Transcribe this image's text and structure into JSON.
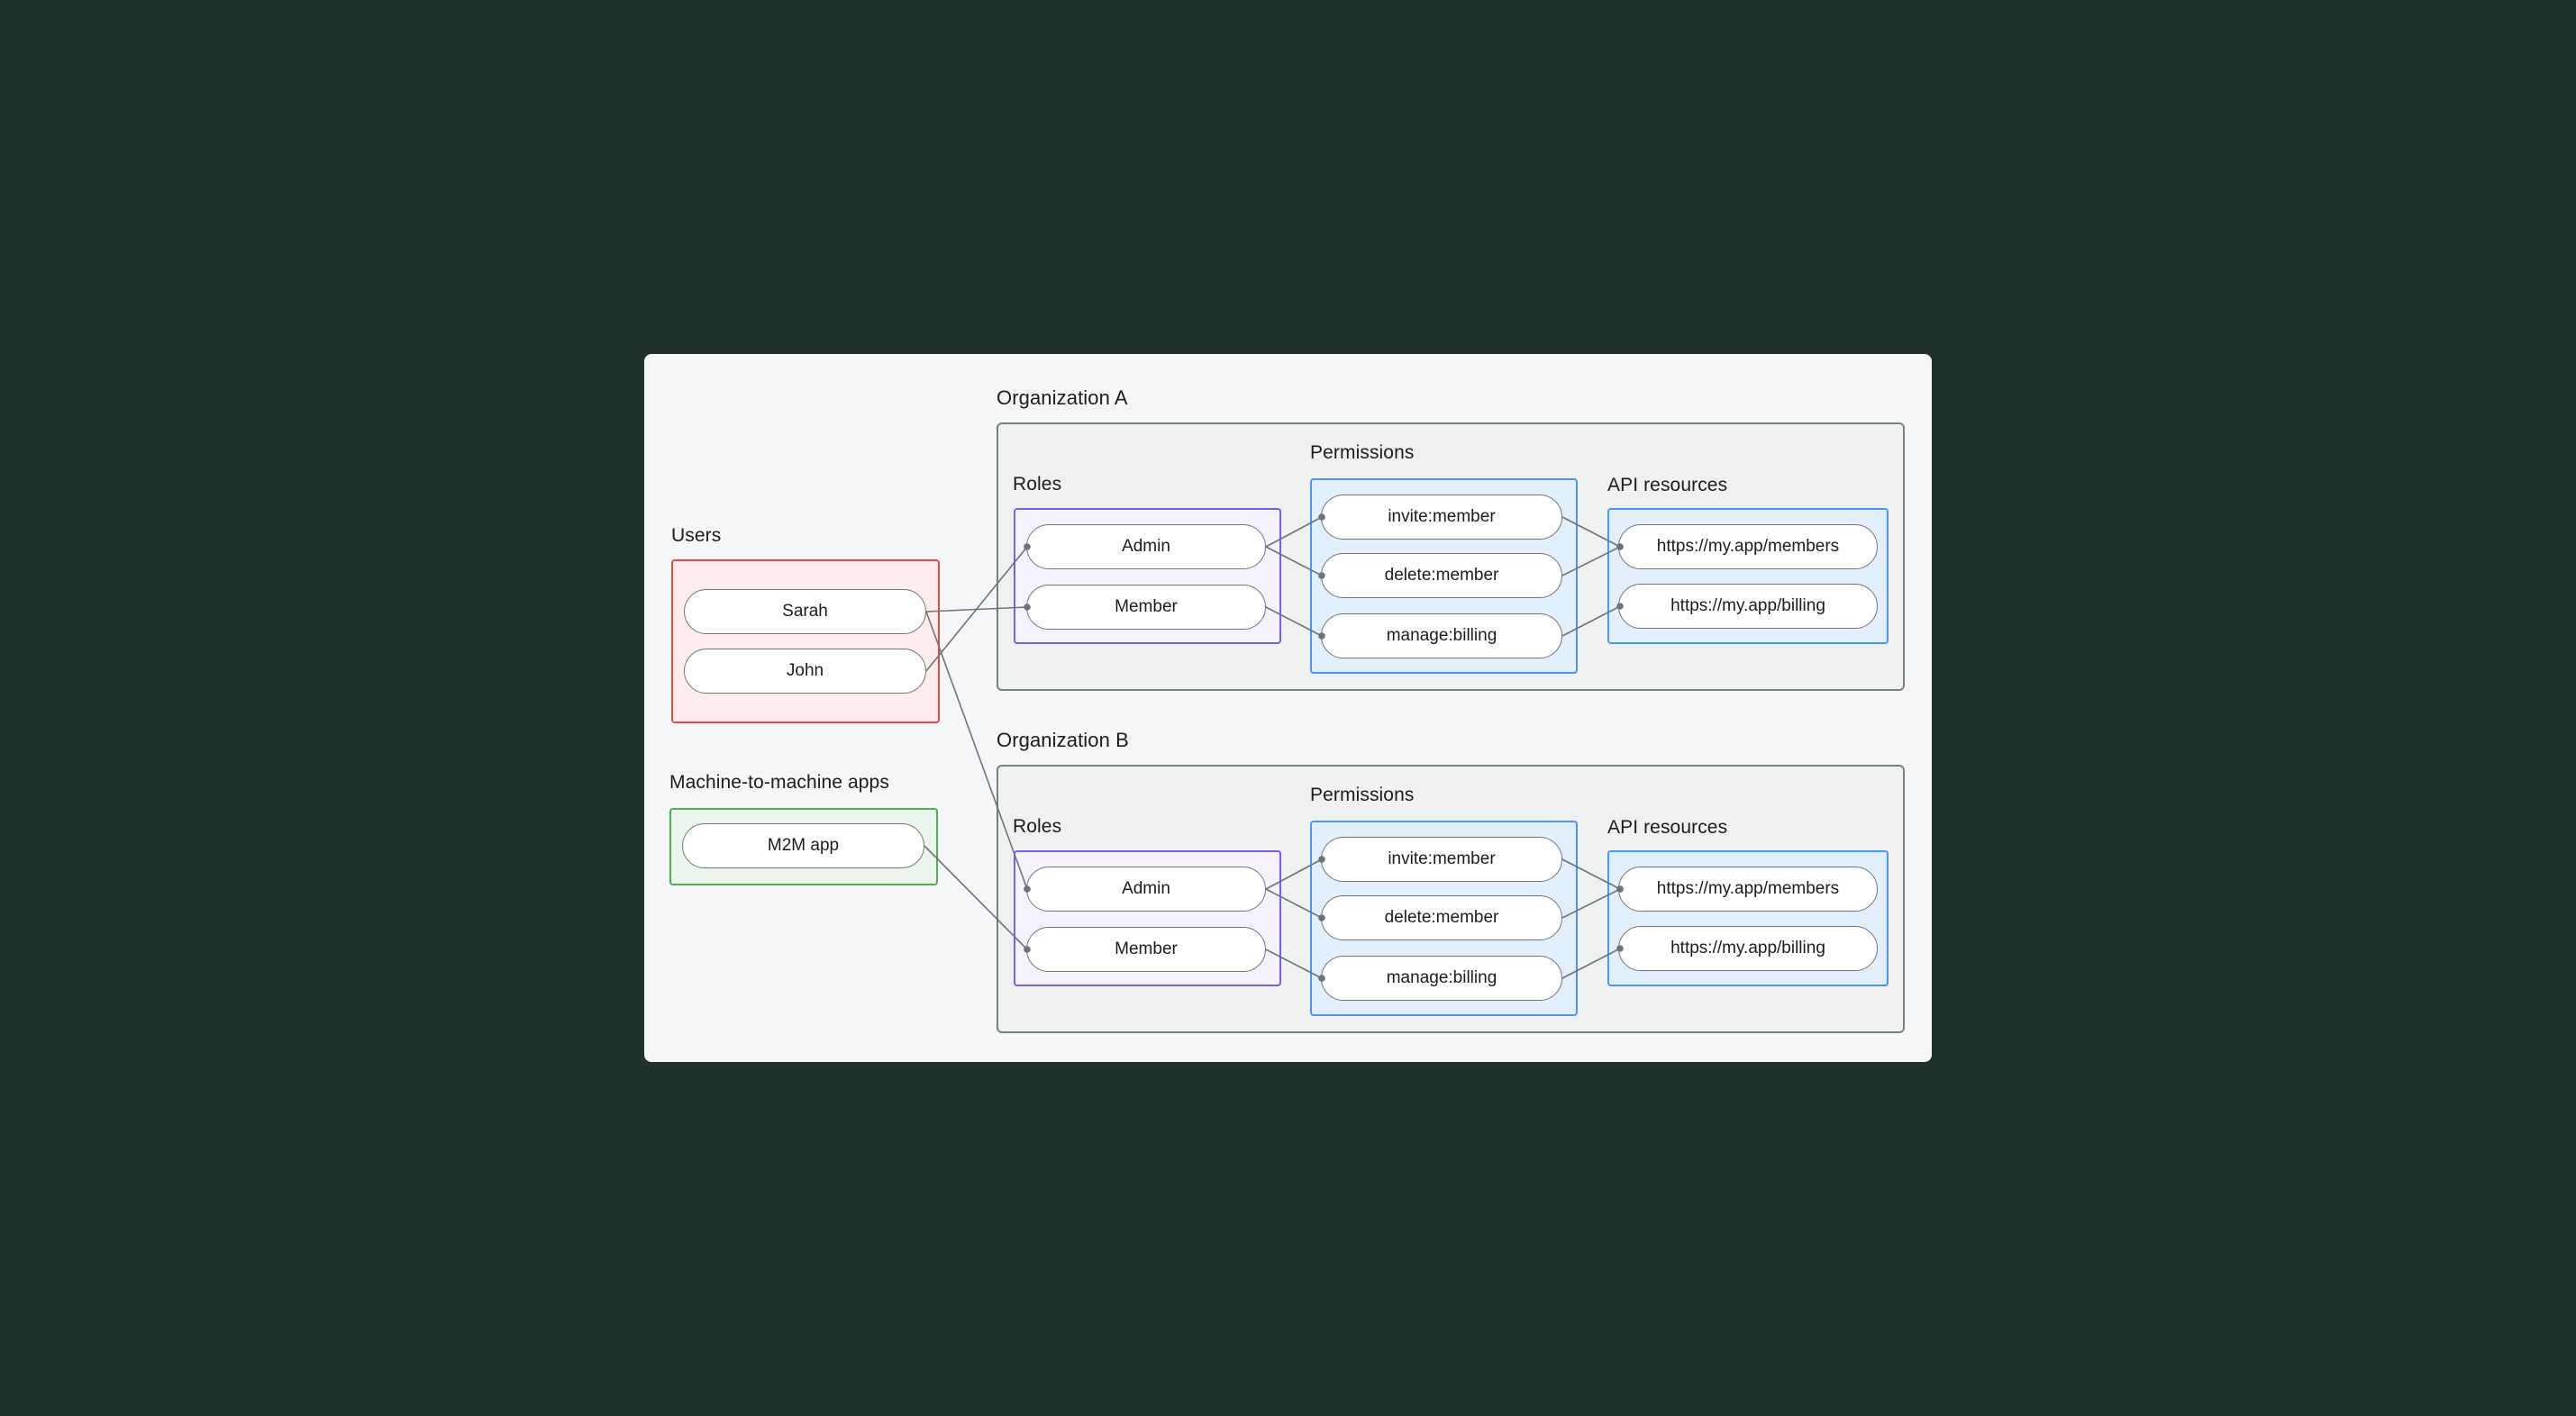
{
  "users": {
    "label": "Users",
    "members": [
      "Sarah",
      "John"
    ]
  },
  "m2m": {
    "label": "Machine-to-machine apps",
    "app": "M2M app"
  },
  "org_a": {
    "title": "Organization A",
    "roles_label": "Roles",
    "permissions_label": "Permissions",
    "api_label": "API resources",
    "roles": [
      "Admin",
      "Member"
    ],
    "permissions": [
      "invite:member",
      "delete:member",
      "manage:billing"
    ],
    "api_resources": [
      "https://my.app/members",
      "https://my.app/billing"
    ]
  },
  "org_b": {
    "title": "Organization B",
    "roles_label": "Roles",
    "permissions_label": "Permissions",
    "api_label": "API resources",
    "roles": [
      "Admin",
      "Member"
    ],
    "permissions": [
      "invite:member",
      "delete:member",
      "manage:billing"
    ],
    "api_resources": [
      "https://my.app/members",
      "https://my.app/billing"
    ]
  },
  "connections": [
    {
      "from": "users.sarah",
      "to": "org_a.member"
    },
    {
      "from": "users.sarah",
      "to": "org_b.admin"
    },
    {
      "from": "users.john",
      "to": "org_a.admin"
    },
    {
      "from": "m2m.app",
      "to": "org_b.member"
    },
    {
      "from": "org_a.admin",
      "to": "org_a.invite"
    },
    {
      "from": "org_a.admin",
      "to": "org_a.delete"
    },
    {
      "from": "org_a.member",
      "to": "org_a.manage"
    },
    {
      "from": "org_a.invite",
      "to": "org_a.members_api"
    },
    {
      "from": "org_a.delete",
      "to": "org_a.members_api"
    },
    {
      "from": "org_a.manage",
      "to": "org_a.billing_api"
    },
    {
      "from": "org_b.admin",
      "to": "org_b.invite"
    },
    {
      "from": "org_b.admin",
      "to": "org_b.delete"
    },
    {
      "from": "org_b.member",
      "to": "org_b.manage"
    },
    {
      "from": "org_b.invite",
      "to": "org_b.members_api"
    },
    {
      "from": "org_b.delete",
      "to": "org_b.members_api"
    },
    {
      "from": "org_b.manage",
      "to": "org_b.billing_api"
    }
  ],
  "colors": {
    "page-bg": "#F5F6F7",
    "outer-bg": "#20322B",
    "text": "#1A1C1E",
    "org-border": "#7A7E81",
    "org-bg": "#EFF0F0",
    "red-border": "#E5484D",
    "red-bg": "#FCEDEC",
    "green-border": "#4CAF50",
    "green-bg": "#EBF5EB",
    "purple-border": "#7C5CF0",
    "purple-bg": "#F5F1FD",
    "blue-border": "#4D94F7",
    "blue-bg": "#E1EEFB",
    "pill-border": "#70757A",
    "pill-bg": "#FFFFFF",
    "line": "#6F7377"
  }
}
